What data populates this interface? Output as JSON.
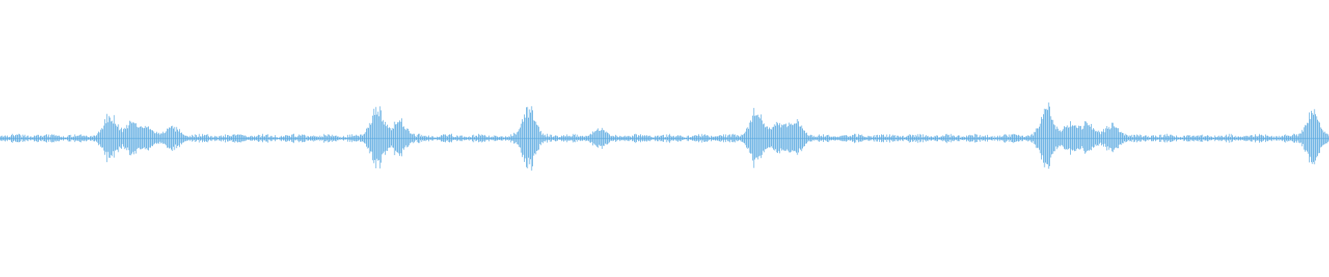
{
  "waveform": {
    "color": "#5aa9e0",
    "baseline_amplitude": 0.012,
    "peaks": [
      {
        "position": 0.083,
        "amplitude": 0.09
      },
      {
        "position": 0.099,
        "amplitude": 0.06
      },
      {
        "position": 0.112,
        "amplitude": 0.035
      },
      {
        "position": 0.13,
        "amplitude": 0.04
      },
      {
        "position": 0.284,
        "amplitude": 0.12
      },
      {
        "position": 0.301,
        "amplitude": 0.07
      },
      {
        "position": 0.398,
        "amplitude": 0.12
      },
      {
        "position": 0.451,
        "amplitude": 0.03
      },
      {
        "position": 0.569,
        "amplitude": 0.11
      },
      {
        "position": 0.586,
        "amplitude": 0.06
      },
      {
        "position": 0.599,
        "amplitude": 0.065
      },
      {
        "position": 0.788,
        "amplitude": 0.12
      },
      {
        "position": 0.805,
        "amplitude": 0.05
      },
      {
        "position": 0.818,
        "amplitude": 0.055
      },
      {
        "position": 0.837,
        "amplitude": 0.05
      },
      {
        "position": 0.988,
        "amplitude": 0.11
      }
    ]
  }
}
